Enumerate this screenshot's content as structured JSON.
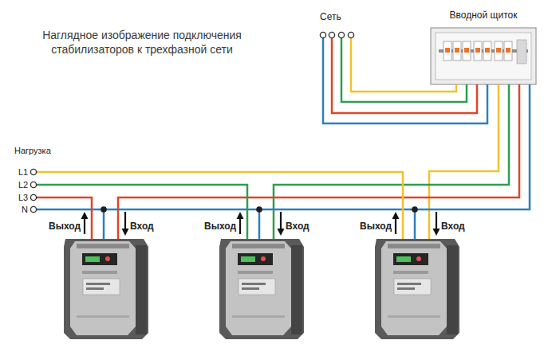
{
  "diagram": {
    "title": "Наглядное изображение подключения стабилизаторов к трехфазной сети",
    "nodes": [
      {
        "text": [
          "Вводной щиток"
        ]
      }
    ],
    "labels": [
      "Сеть",
      "Нагрузка",
      "L1",
      "L2",
      "L3",
      "N",
      "Выход",
      "Вход",
      "Выход",
      "Вход",
      "Выход",
      "Вход"
    ]
  }
}
